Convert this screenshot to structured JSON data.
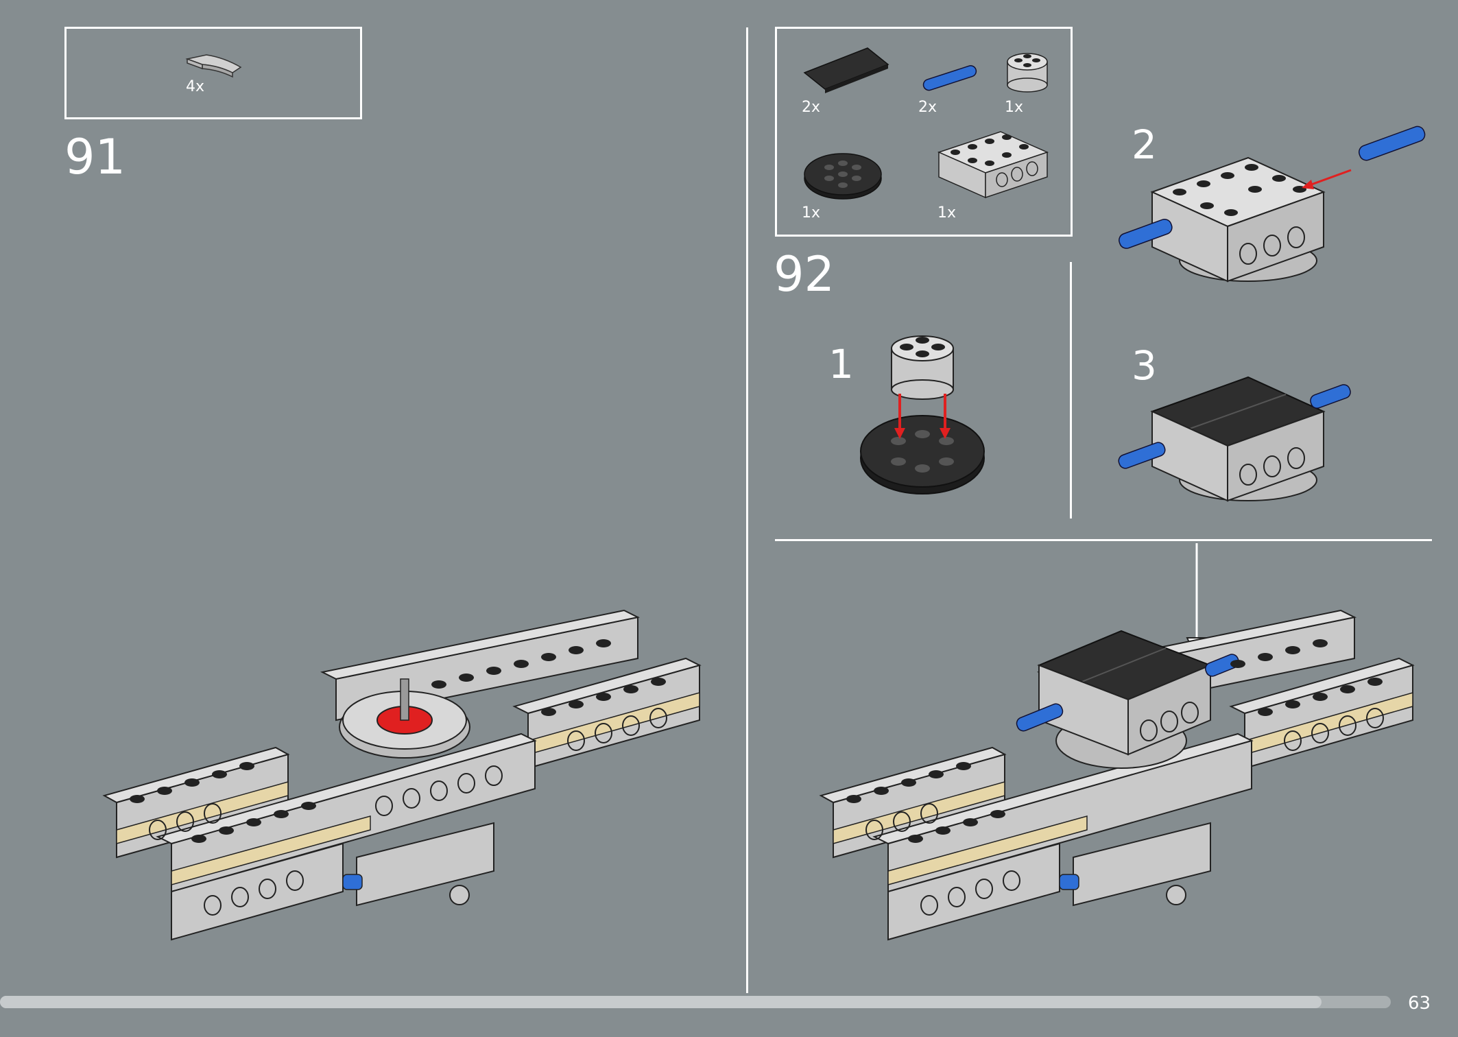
{
  "left_step": {
    "number": "91",
    "parts": [
      {
        "qty": "4x",
        "part": "curved-tile-icon"
      }
    ]
  },
  "right_step": {
    "number": "92",
    "parts": [
      {
        "qty": "2x",
        "part": "flat-tile-2x4-icon"
      },
      {
        "qty": "2x",
        "part": "blue-pin-icon"
      },
      {
        "qty": "1x",
        "part": "round-brick-2x2-icon"
      },
      {
        "qty": "1x",
        "part": "round-plate-4x4-icon"
      },
      {
        "qty": "1x",
        "part": "technic-brick-4x4-icon"
      }
    ],
    "substeps": [
      "1",
      "2",
      "3"
    ]
  },
  "footer": {
    "page_number": "63",
    "progress": 0.95
  },
  "colors": {
    "background": "#858d90",
    "light_gray": "#c8c8c8",
    "dark_gray": "#2e2e2e",
    "blue": "#2f6fd6",
    "red": "#e02020",
    "tan": "#e6d6a8"
  }
}
